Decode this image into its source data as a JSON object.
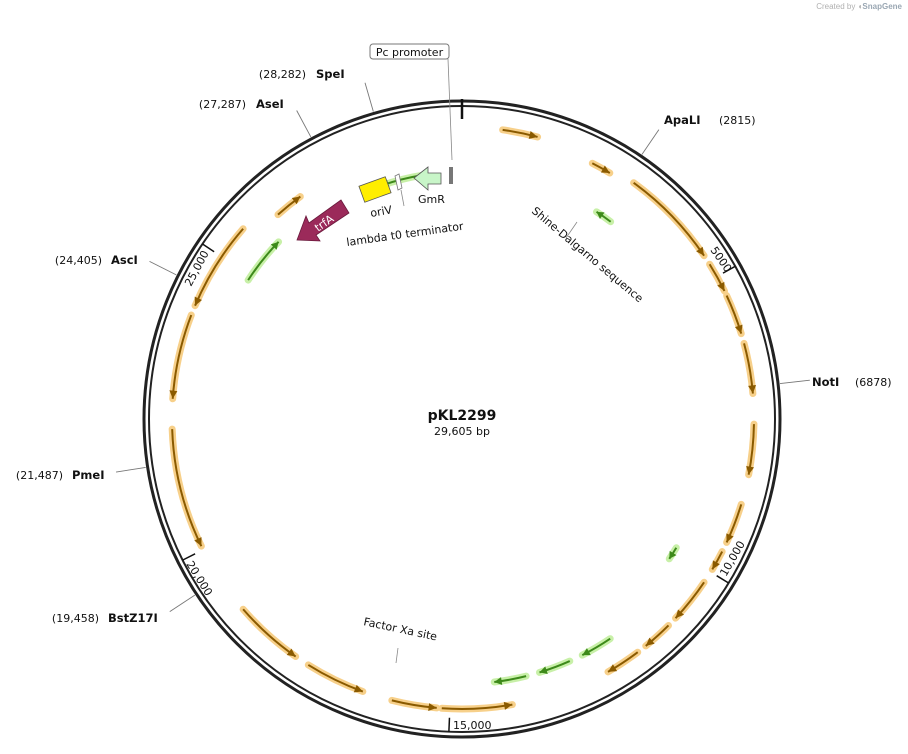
{
  "plasmid": {
    "name": "pKL2299",
    "length_label": "29,605 bp",
    "length": 29605
  },
  "credit": {
    "prefix": "Created by",
    "brand": "SnapGene"
  },
  "sites": [
    {
      "name": "SpeI",
      "position_label": "(28,282)",
      "position": 28282
    },
    {
      "name": "AseI",
      "position_label": "(27,287)",
      "position": 27287
    },
    {
      "name": "ApaLI",
      "position_label": "(2815)",
      "position": 2815
    },
    {
      "name": "AscI",
      "position_label": "(24,405)",
      "position": 24405
    },
    {
      "name": "NotI",
      "position_label": "(6878)",
      "position": 6878
    },
    {
      "name": "PmeI",
      "position_label": "(21,487)",
      "position": 21487
    },
    {
      "name": "BstZ17I",
      "position_label": "(19,458)",
      "position": 19458
    }
  ],
  "ticks": [
    {
      "label": "5000",
      "position": 5000
    },
    {
      "label": "10,000",
      "position": 10000
    },
    {
      "label": "15,000",
      "position": 15000
    },
    {
      "label": "20,000",
      "position": 20000
    },
    {
      "label": "25,000",
      "position": 25000
    }
  ],
  "features": [
    {
      "label": "Pc promoter"
    },
    {
      "label": "GmR"
    },
    {
      "label": "oriV"
    },
    {
      "label": "lambda t0 terminator"
    },
    {
      "label": "trfA"
    },
    {
      "label": "Shine-Dalgarno sequence"
    },
    {
      "label": "Factor Xa site"
    }
  ],
  "colors": {
    "backbone": "#222222",
    "orf_fill": "#8a5a00",
    "orf_halo": "#f7d08a",
    "green_arrow": "#3d8a1a",
    "green_halo": "#c8f0a8",
    "gmr_fill": "#c8f5c8",
    "oriv_fill": "#ffee00",
    "trfa_fill": "#9b2a5a"
  }
}
